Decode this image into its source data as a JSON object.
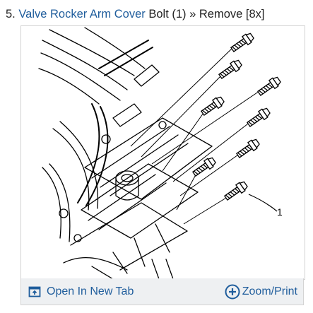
{
  "step": {
    "number": "5.",
    "link_text": "Valve Rocker Arm Cover",
    "rest_text": " Bolt (1) » Remove [8x]"
  },
  "figure": {
    "callout_label": "1",
    "bolt_count": 8
  },
  "toolbar": {
    "open_tab_label": "Open In New Tab",
    "zoom_print_label": "Zoom/Print",
    "open_tab_icon": "open-new-tab-icon",
    "zoom_icon": "zoom-plus-icon"
  },
  "colors": {
    "link": "#1f5d9c",
    "toolbar_bg": "#eef0f2",
    "border": "#d3d3d3"
  }
}
